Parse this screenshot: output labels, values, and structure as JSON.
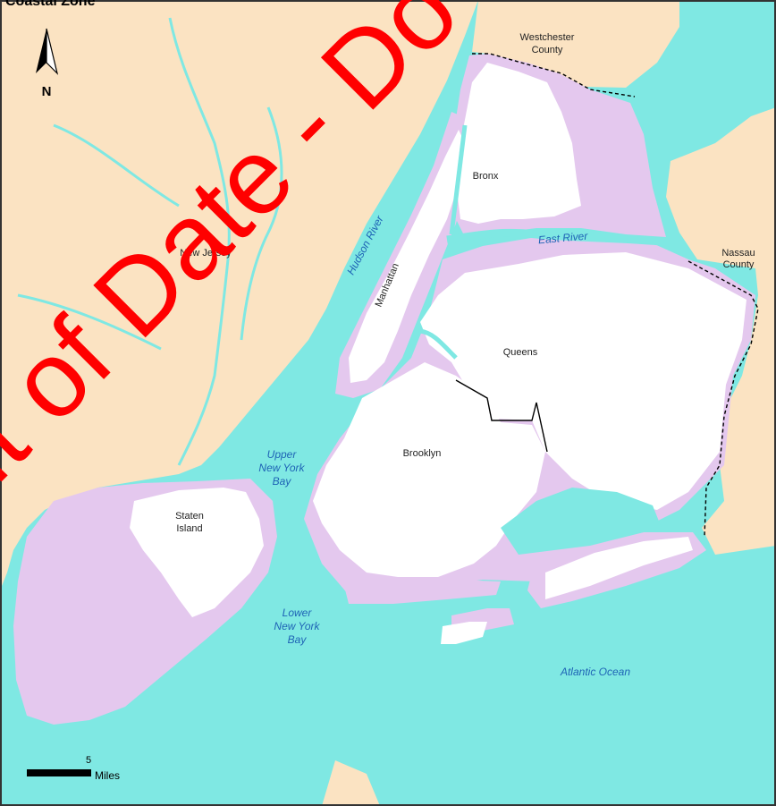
{
  "map": {
    "title": "Coastal Zone",
    "north_label": "N",
    "scale": {
      "value": "5",
      "unit": "Miles"
    },
    "watermark": "Out of Date - Do",
    "labels": {
      "westchester": [
        "Westchester",
        "County"
      ],
      "nassau": [
        "Nassau",
        "County"
      ],
      "new_jersey": "New Jersey",
      "bronx": "Bronx",
      "manhattan": "Manhattan",
      "queens": "Queens",
      "brooklyn": "Brooklyn",
      "staten_island": [
        "Staten",
        "Island"
      ]
    },
    "water_labels": {
      "hudson_river": "Hudson River",
      "east_river": "East River",
      "upper_bay": [
        "Upper",
        "New York",
        "Bay"
      ],
      "lower_bay": [
        "Lower",
        "New York",
        "Bay"
      ],
      "atlantic": "Atlantic Ocean"
    },
    "colors": {
      "water": "#7fe8e3",
      "land": "#fbe3c2",
      "coastal_zone": "#e4c8ee",
      "nyc_land": "#ffffff",
      "watermark": "#ff0000",
      "water_text": "#1e63b5"
    }
  }
}
